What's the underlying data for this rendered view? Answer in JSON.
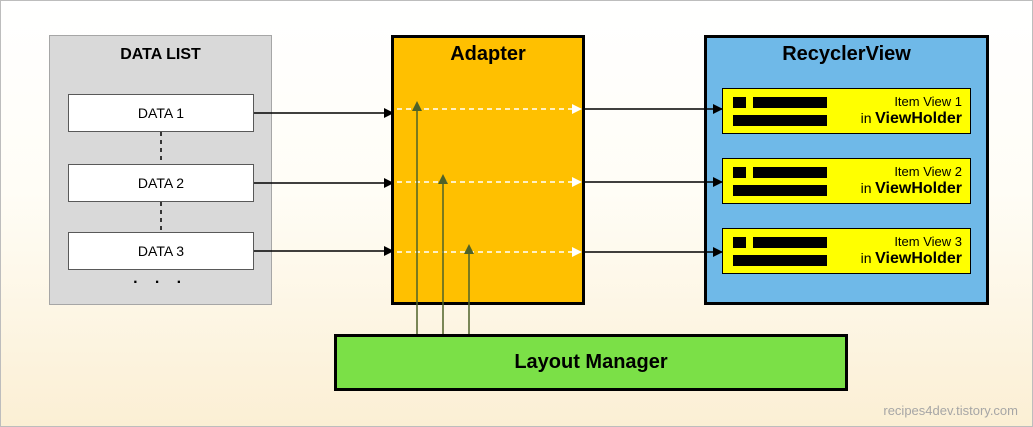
{
  "data_list": {
    "title": "DATA LIST",
    "items": [
      "DATA 1",
      "DATA 2",
      "DATA 3"
    ],
    "ellipsis": "· · ·"
  },
  "adapter": {
    "title": "Adapter"
  },
  "recycler_view": {
    "title": "RecyclerView",
    "items": [
      {
        "label": "Item View 1",
        "in": "in",
        "holder": "ViewHolder"
      },
      {
        "label": "Item View 2",
        "in": "in",
        "holder": "ViewHolder"
      },
      {
        "label": "Item View 3",
        "in": "in",
        "holder": "ViewHolder"
      }
    ]
  },
  "layout_manager": {
    "label": "Layout Manager"
  },
  "watermark": "recipes4dev.tistory.com",
  "colors": {
    "adapter": "#ffc000",
    "recycler_view": "#6fb9e8",
    "item_view": "#ffff00",
    "layout_manager": "#7be047",
    "green_arrow": "#4f6228",
    "data_list_panel": "#d9d9d9"
  }
}
